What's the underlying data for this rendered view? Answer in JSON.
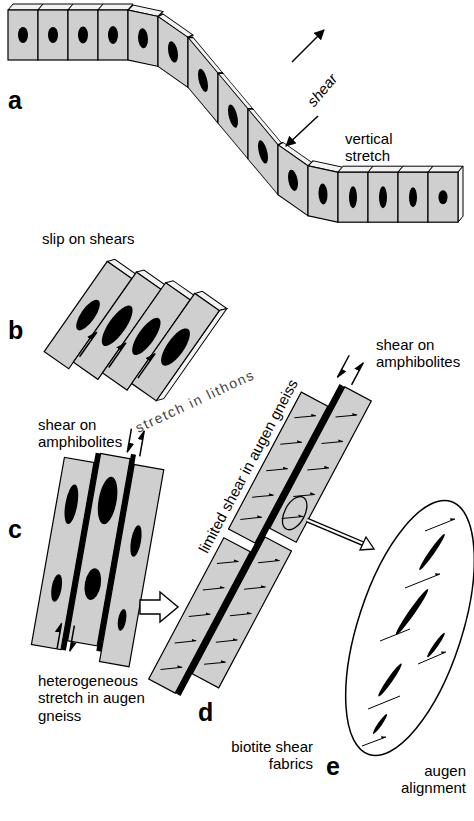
{
  "diagram": {
    "labels": [
      "a",
      "shear",
      "vertical stretch",
      "slip on shears",
      "b",
      "stretch in lithons",
      "shear on amphibolites",
      "limited shear in augen gneiss",
      "shear on amphibolites",
      "c",
      "d",
      "heterogeneous stretch in augen gneiss",
      "biotite shear fabrics",
      "e",
      "augen alignment"
    ]
  }
}
